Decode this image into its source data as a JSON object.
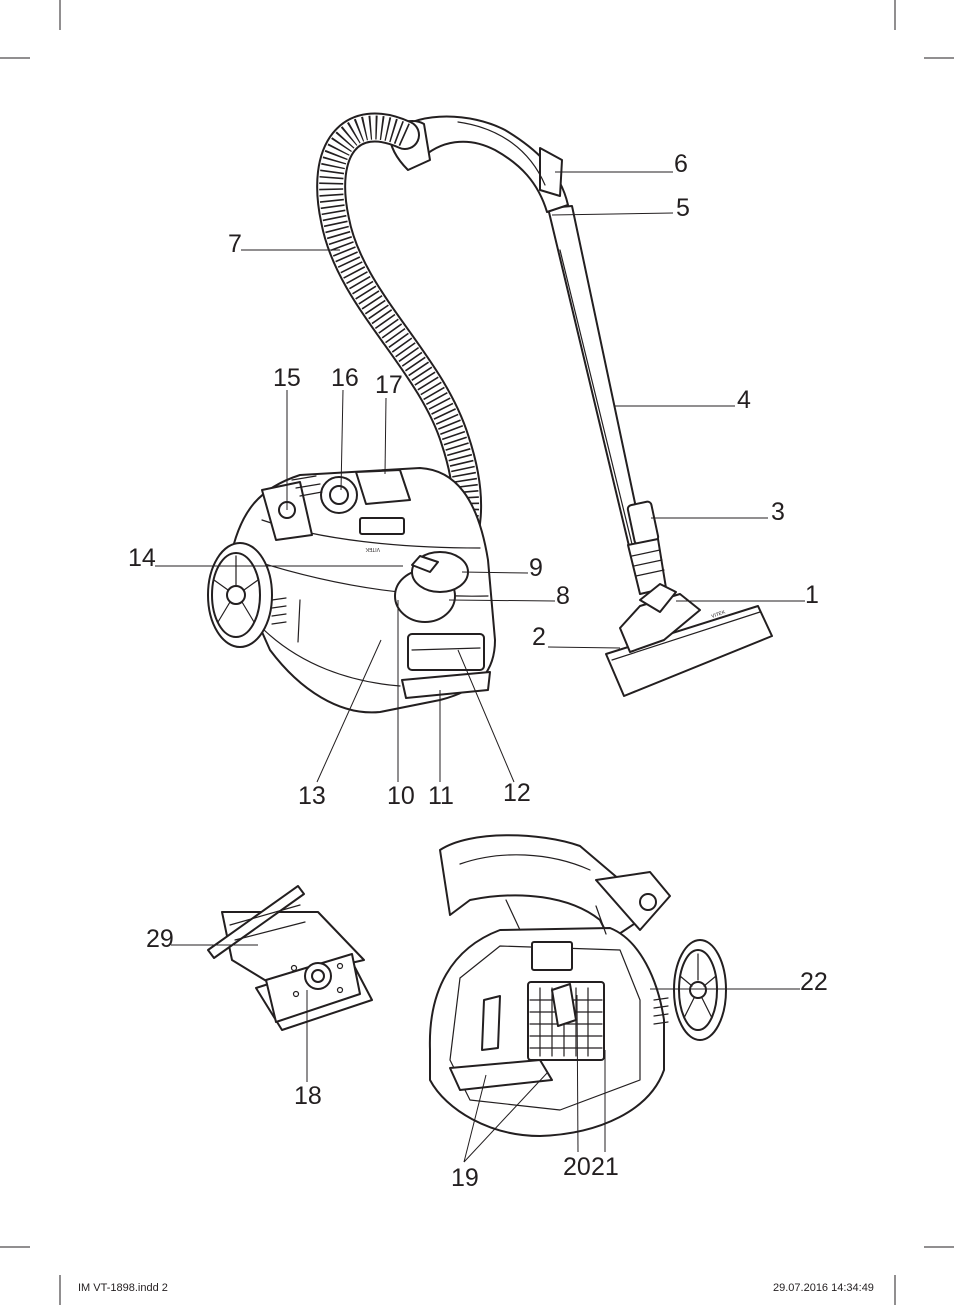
{
  "callouts": {
    "c1": "1",
    "c2": "2",
    "c3": "3",
    "c4": "4",
    "c5": "5",
    "c6": "6",
    "c7": "7",
    "c8": "8",
    "c9": "9",
    "c10": "10",
    "c11": "11",
    "c12": "12",
    "c13": "13",
    "c14": "14",
    "c15": "15",
    "c16": "16",
    "c17": "17",
    "c18": "18",
    "c19": "19",
    "c20": "20",
    "c21": "21",
    "c22": "22",
    "c29": "29"
  },
  "product_marks": {
    "brand": "VITEK"
  },
  "footer": {
    "file": "IM VT-1898.indd   2",
    "timestamp": "29.07.2016   14:34:49"
  }
}
